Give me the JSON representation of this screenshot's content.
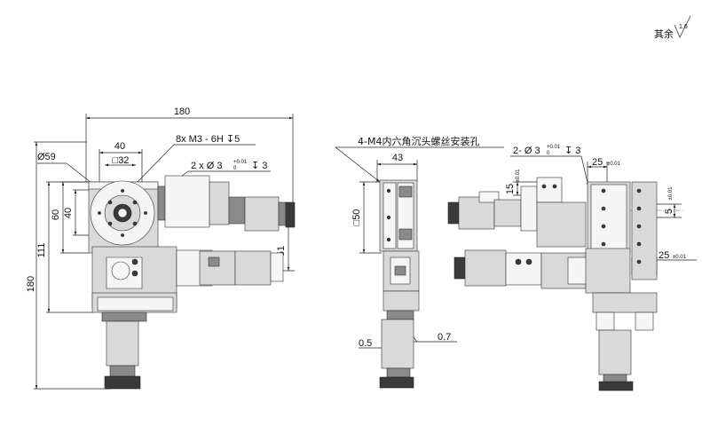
{
  "surface_note": {
    "text": "其余",
    "roughness": "1.6"
  },
  "front_view": {
    "width": "180",
    "height": "180",
    "height_111": "111",
    "dia_59": "Ø59",
    "dim_40_top": "40",
    "dim_32_square": "□32",
    "dim_60": "60",
    "dim_40_side": "40",
    "dim_51": "51",
    "thread_note": "8x  M3 - 6H ↧5",
    "pin_note": "2 x  Ø 3",
    "pin_tol_upper": "+0.01",
    "pin_tol_lower": "0",
    "pin_depth": "↧ 3"
  },
  "side_view": {
    "mount_note": "4-M4内六角沉头螺丝安装孔",
    "dim_43": "43",
    "dim_50_square": "□50",
    "dim_05": "0.5",
    "dim_07": "0.7"
  },
  "rear_view": {
    "pin_note": "2- Ø 3",
    "pin_tol_upper": "+0.01",
    "pin_tol_lower": "0",
    "pin_depth": "↧ 3",
    "dim_25_top": "25",
    "tol_25_top": "±0.01",
    "dim_15": "15",
    "tol_15": "±0.01",
    "dim_5": "5",
    "tol_5": "±0.01",
    "dim_25_right": "25",
    "tol_25_right": "±0.01"
  }
}
